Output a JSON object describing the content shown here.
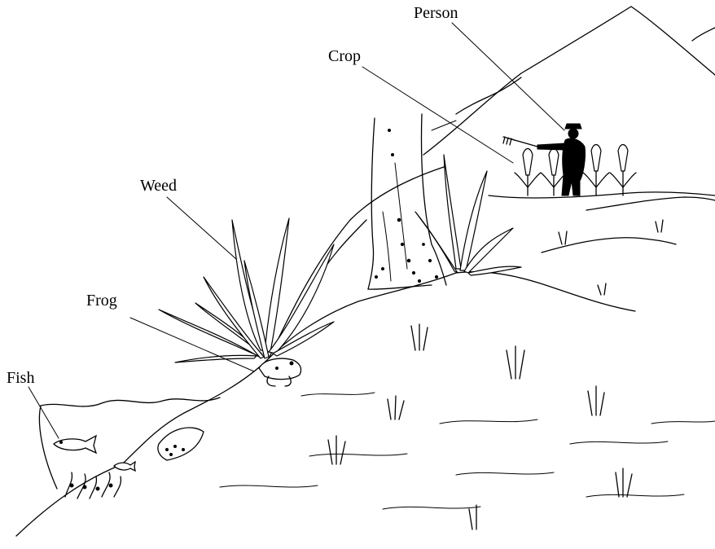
{
  "labels": {
    "person": "Person",
    "crop": "Crop",
    "weed": "Weed",
    "frog": "Frog",
    "fish": "Fish"
  }
}
